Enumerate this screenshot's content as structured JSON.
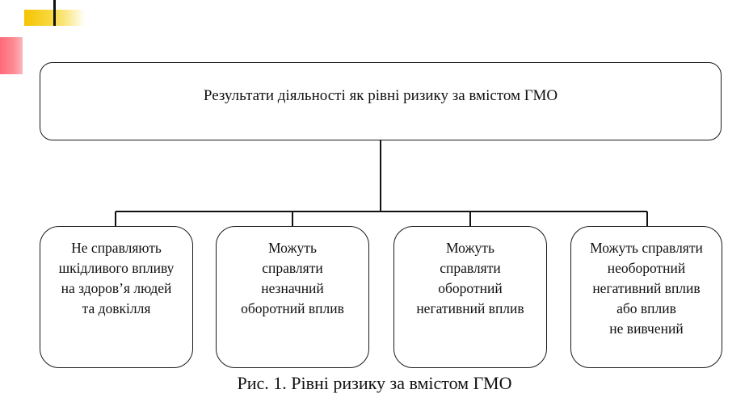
{
  "diagram": {
    "root": {
      "label": "Результати діяльності як рівні ризику за вмістом ГМО"
    },
    "children": [
      {
        "lines": [
          "Не справляють",
          "шкідливого впливу",
          "на здоров’я людей",
          "та довкілля"
        ]
      },
      {
        "lines": [
          "Можуть",
          "справляти",
          "незначний",
          "оборотний вплив"
        ]
      },
      {
        "lines": [
          "Можуть",
          "справляти",
          "оборотний",
          "негативний вплив"
        ]
      },
      {
        "lines": [
          "Можуть справляти",
          "необоротний",
          "негативний вплив",
          "або вплив",
          "не вивчений"
        ]
      }
    ],
    "caption": "Рис. 1. Рівні ризику за вмістом ГМО"
  }
}
